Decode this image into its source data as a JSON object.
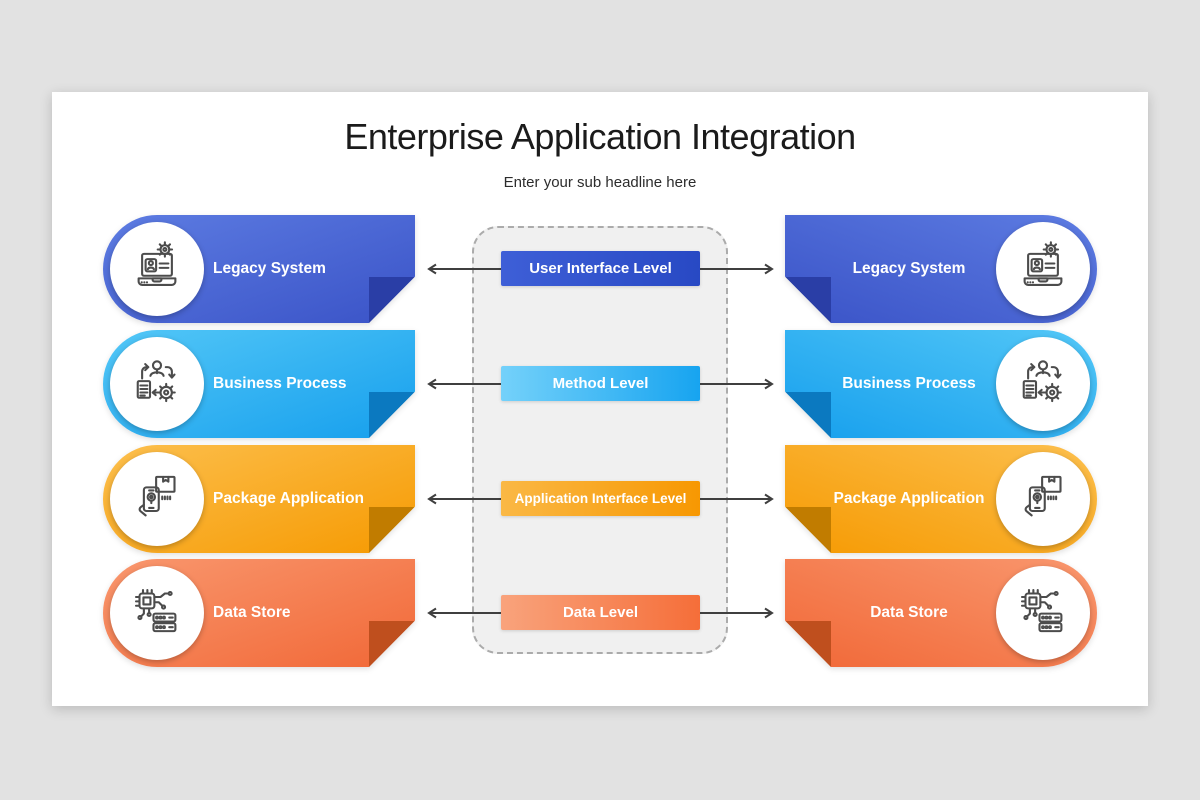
{
  "page": {
    "title": "Enterprise Application Integration",
    "subtitle": "Enter your sub headline here",
    "background": "#e2e2e2",
    "card_background": "#ffffff",
    "arrow_color": "#3f3f3f",
    "panel": {
      "fill": "#f0f0f0",
      "border": "#ababab"
    }
  },
  "rows": [
    {
      "left_label": "Legacy System",
      "level_label": "User Interface Level",
      "right_label": "Legacy System",
      "icon": "legacy-system-icon",
      "colors": {
        "body_from": "#5d7ce2",
        "body_to": "#3a53c7",
        "fold": "#2a3ea6",
        "bar_from": "#3e5fd7",
        "bar_to": "#2849c4"
      }
    },
    {
      "left_label": "Business Process",
      "level_label": "Method Level",
      "right_label": "Business Process",
      "icon": "business-process-icon",
      "colors": {
        "body_from": "#53c7f7",
        "body_to": "#169fed",
        "fold": "#0b79c0",
        "bar_from": "#74d1fa",
        "bar_to": "#17a4f0"
      }
    },
    {
      "left_label": "Package Application",
      "level_label": "Application Interface Level",
      "right_label": "Package Application",
      "icon": "package-application-icon",
      "colors": {
        "body_from": "#fcbf4d",
        "body_to": "#f69a02",
        "fold": "#c17c00",
        "bar_from": "#fab845",
        "bar_to": "#f79802"
      }
    },
    {
      "left_label": "Data Store",
      "level_label": "Data Level",
      "right_label": "Data Store",
      "icon": "data-store-icon",
      "colors": {
        "body_from": "#f9976e",
        "body_to": "#f16837",
        "fold": "#bf4f1e",
        "bar_from": "#f9a37c",
        "bar_to": "#f56e39"
      }
    }
  ]
}
